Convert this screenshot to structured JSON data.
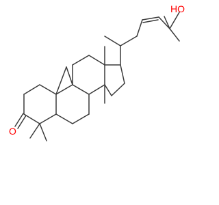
{
  "atoms": [
    {
      "id": "O_hydroxyl",
      "label": "HO",
      "color": "#ff0000"
    },
    {
      "id": "O_ketone",
      "label": "O",
      "color": "#ff0000"
    }
  ],
  "bond_color": "#3a3a3a",
  "background": "#ffffff"
}
